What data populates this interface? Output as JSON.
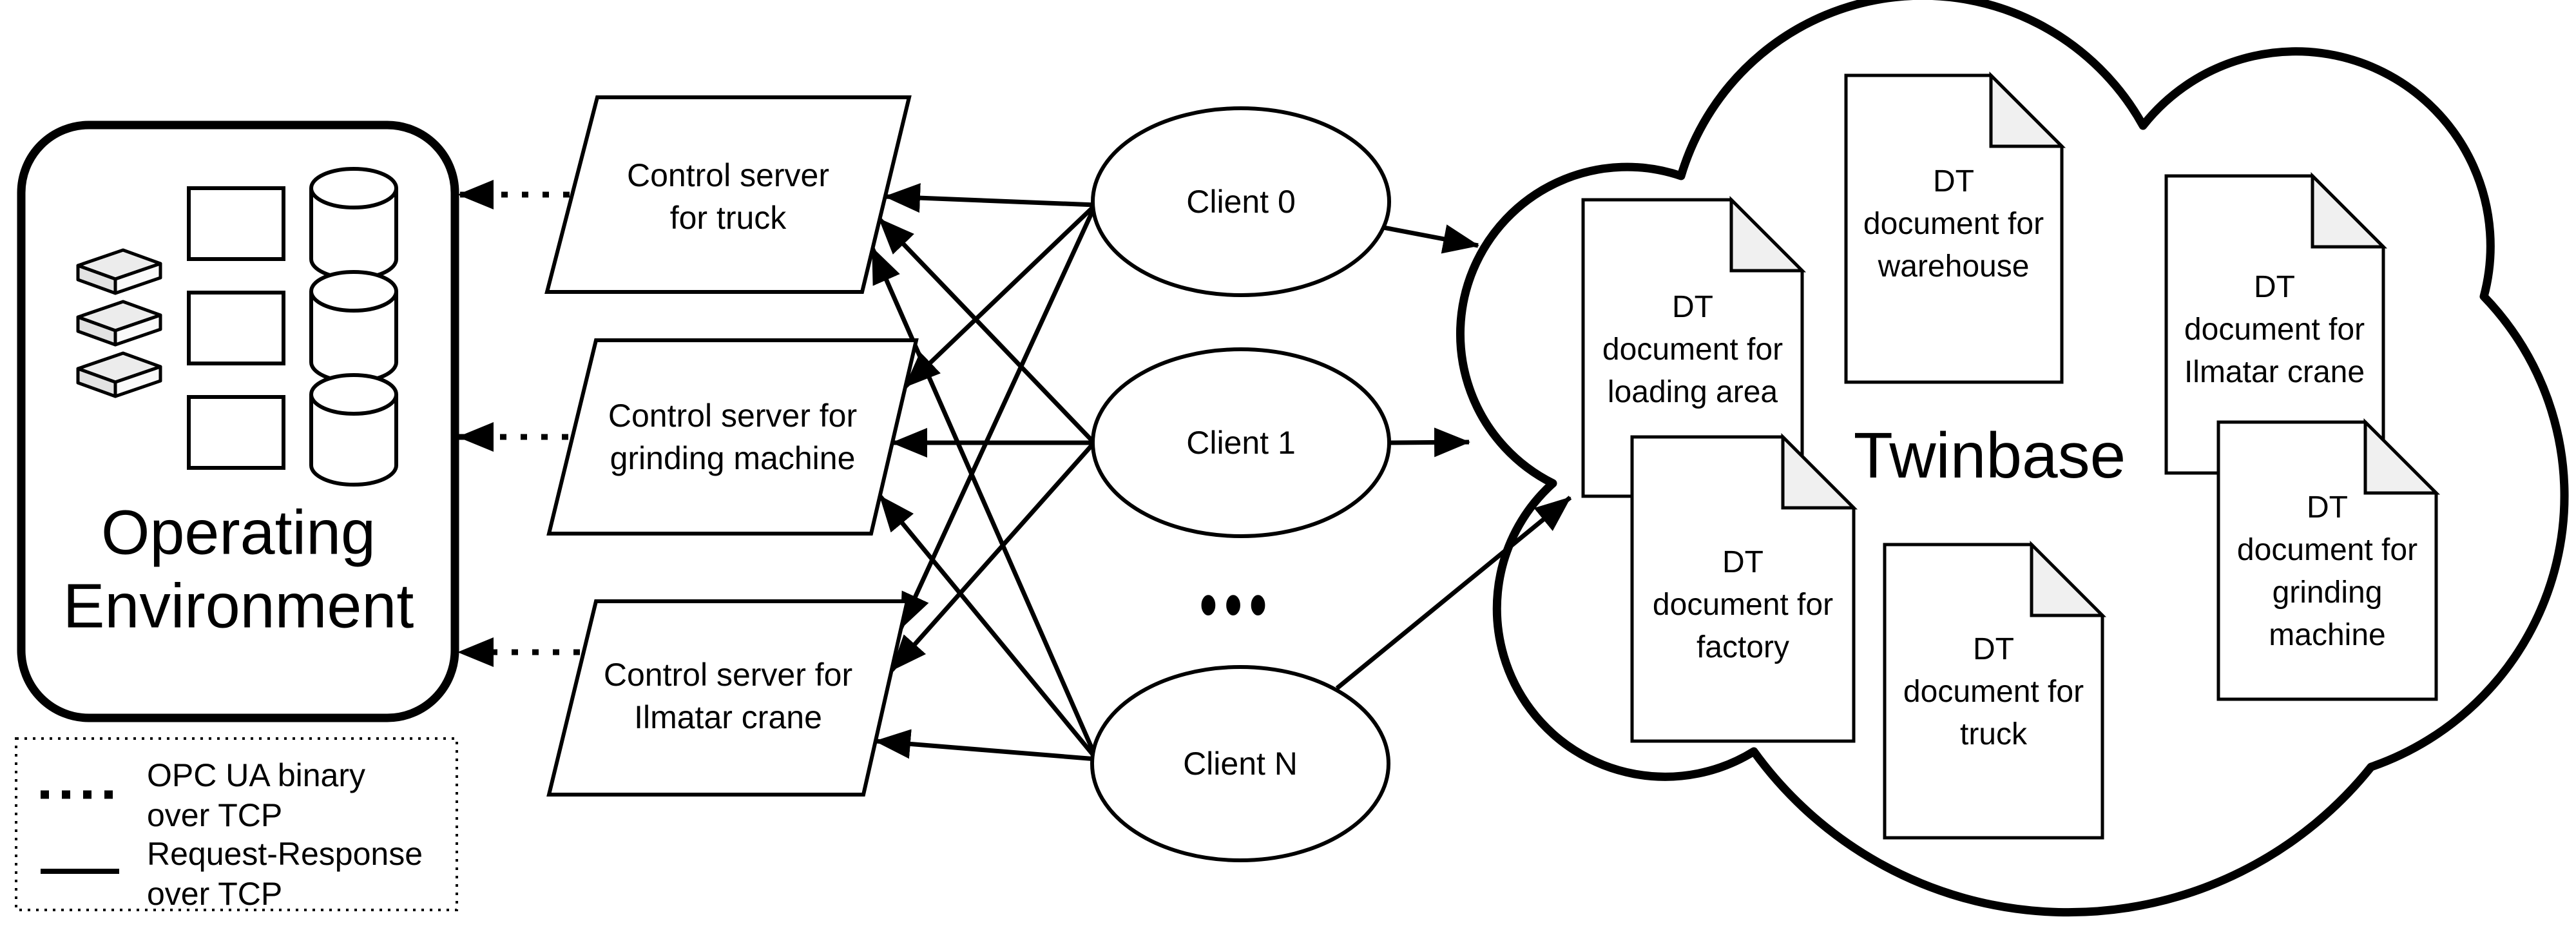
{
  "figure": {
    "ink_color": "#000000",
    "background_color": "#ffffff",
    "document_fold_color": "#f0f0f0",
    "slab_top_color": "#ececec"
  },
  "operating_environment": {
    "label": "Operating\nEnvironment"
  },
  "servers": [
    {
      "id": "truck",
      "label": "Control server\nfor truck"
    },
    {
      "id": "grinding-machine",
      "label": "Control server for\ngrinding machine"
    },
    {
      "id": "ilmatar-crane",
      "label": "Control server for\nIlmatar crane"
    }
  ],
  "clients": [
    {
      "label": "Client 0"
    },
    {
      "label": "Client 1"
    },
    {
      "label": "Client N"
    }
  ],
  "clients_ellipsis": "•••",
  "cloud": {
    "title": "Twinbase"
  },
  "documents": [
    {
      "id": "loading-area",
      "label": "DT\ndocument for\nloading area"
    },
    {
      "id": "warehouse",
      "label": "DT\ndocument for\nwarehouse"
    },
    {
      "id": "ilmatar-crane",
      "label": "DT\ndocument for\nIlmatar crane"
    },
    {
      "id": "factory",
      "label": "DT\ndocument for\nfactory"
    },
    {
      "id": "truck",
      "label": "DT\ndocument for\ntruck"
    },
    {
      "id": "grinding-machine",
      "label": "DT\ndocument for\ngrinding\nmachine"
    }
  ],
  "legend": {
    "items": [
      {
        "style": "dotted",
        "label": "OPC UA binary\nover TCP"
      },
      {
        "style": "solid",
        "label": "Request-Response\nover TCP"
      }
    ]
  }
}
